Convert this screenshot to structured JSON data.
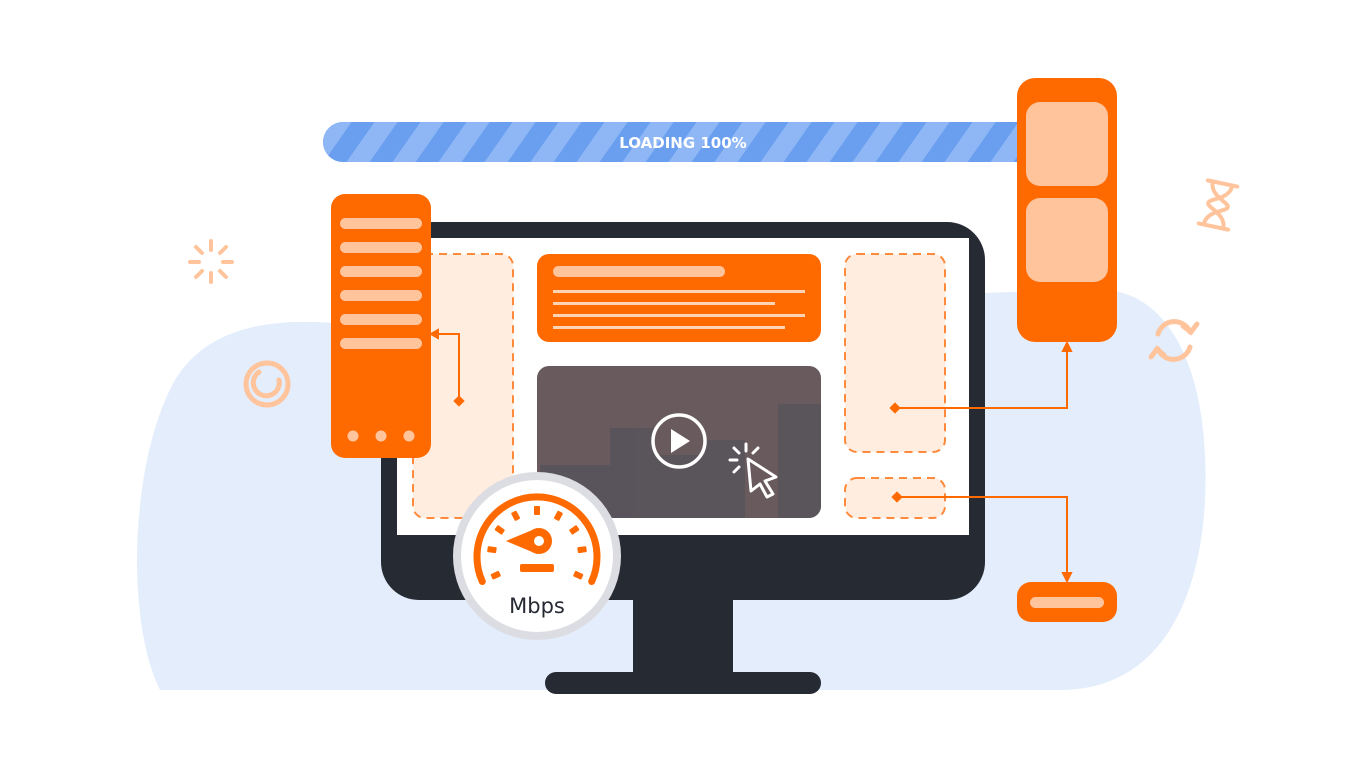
{
  "loading_bar": {
    "label": "LOADING 100%",
    "progress": 1.0
  },
  "speedometer": {
    "unit_label": "Mbps"
  },
  "icons": [
    "sparkle-icon",
    "ring-icon",
    "hourglass-icon",
    "refresh-icon",
    "play-icon",
    "cursor-click-icon",
    "speedometer-icon"
  ],
  "colors": {
    "accent": "#ff6a00",
    "accent_light": "#ffc49c",
    "accent_pale": "#ffede0",
    "progress_blue": "#6a9ff0",
    "progress_stripe": "#8fb7f5",
    "monitor": "#262a33",
    "background_blob": "#e3edfb"
  }
}
